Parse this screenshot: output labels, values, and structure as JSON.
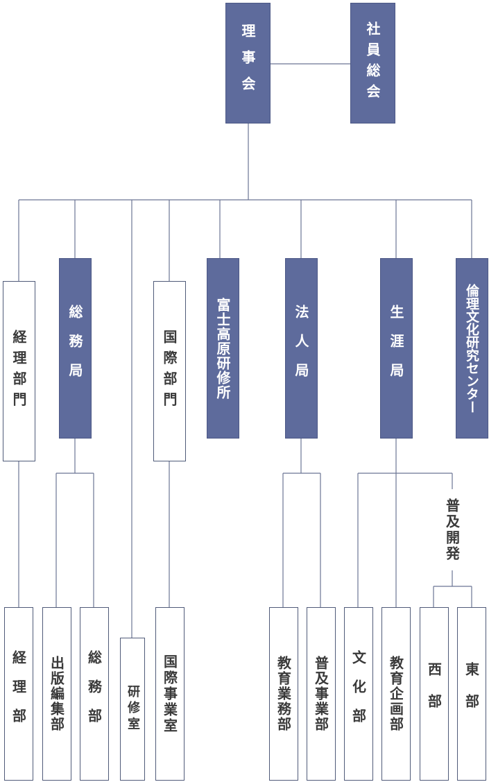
{
  "nodes": {
    "board": "理事会",
    "general_meeting": "社員総会",
    "accounting_division": "経理部門",
    "general_affairs_bureau": "総務局",
    "international_division": "国際部門",
    "fuji_kogen_institute": "富士高原研修所",
    "corporate_bureau": "法人局",
    "lifelong_bureau": "生涯局",
    "ethics_culture_center": "倫理文化研究センター",
    "accounting_dept": "経理部",
    "publishing_dept": "出版編集部",
    "general_affairs_dept": "総務部",
    "training_room": "研修室",
    "international_projects_room": "国際事業室",
    "education_affairs_dept": "教育業務部",
    "promotion_projects_dept": "普及事業部",
    "culture_dept": "文化部",
    "education_planning_dept": "教育企画部",
    "promotion_development": "普及開発",
    "west_dept": "西部",
    "east_dept": "東部"
  },
  "colors": {
    "filled_box": "#5e6b9c",
    "outline_border": "#4f5a78",
    "connector": "#6b7494"
  }
}
